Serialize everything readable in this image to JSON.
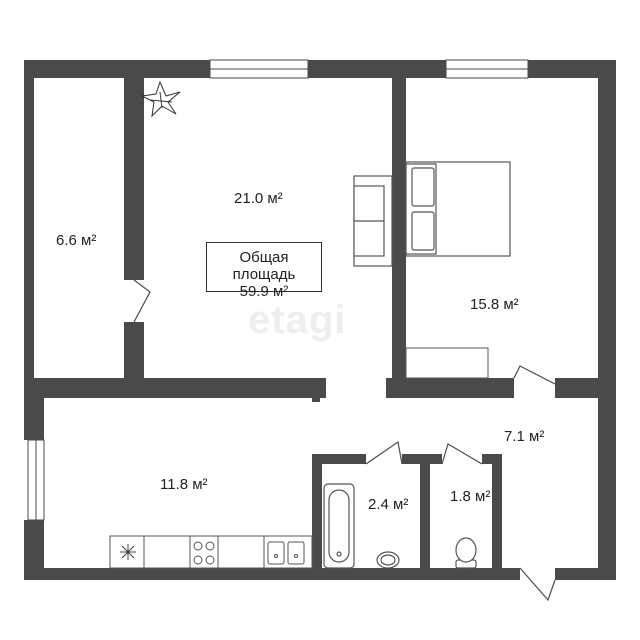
{
  "floorplan": {
    "total_area": {
      "title": "Общая площадь",
      "value": "59.9 м²"
    },
    "rooms": [
      {
        "id": "balcony",
        "area": "6.6 м²"
      },
      {
        "id": "living-room",
        "area": "21.0 м²"
      },
      {
        "id": "bedroom",
        "area": "15.8 м²"
      },
      {
        "id": "hallway",
        "area": "7.1 м²"
      },
      {
        "id": "kitchen",
        "area": "11.8 м²"
      },
      {
        "id": "bathroom",
        "area": "2.4 м²"
      },
      {
        "id": "toilet",
        "area": "1.8 м²"
      }
    ],
    "watermark": "etagi",
    "colors": {
      "wall": "#4a4a4a",
      "window": "#ffffff",
      "furniture_stroke": "#555555"
    }
  }
}
